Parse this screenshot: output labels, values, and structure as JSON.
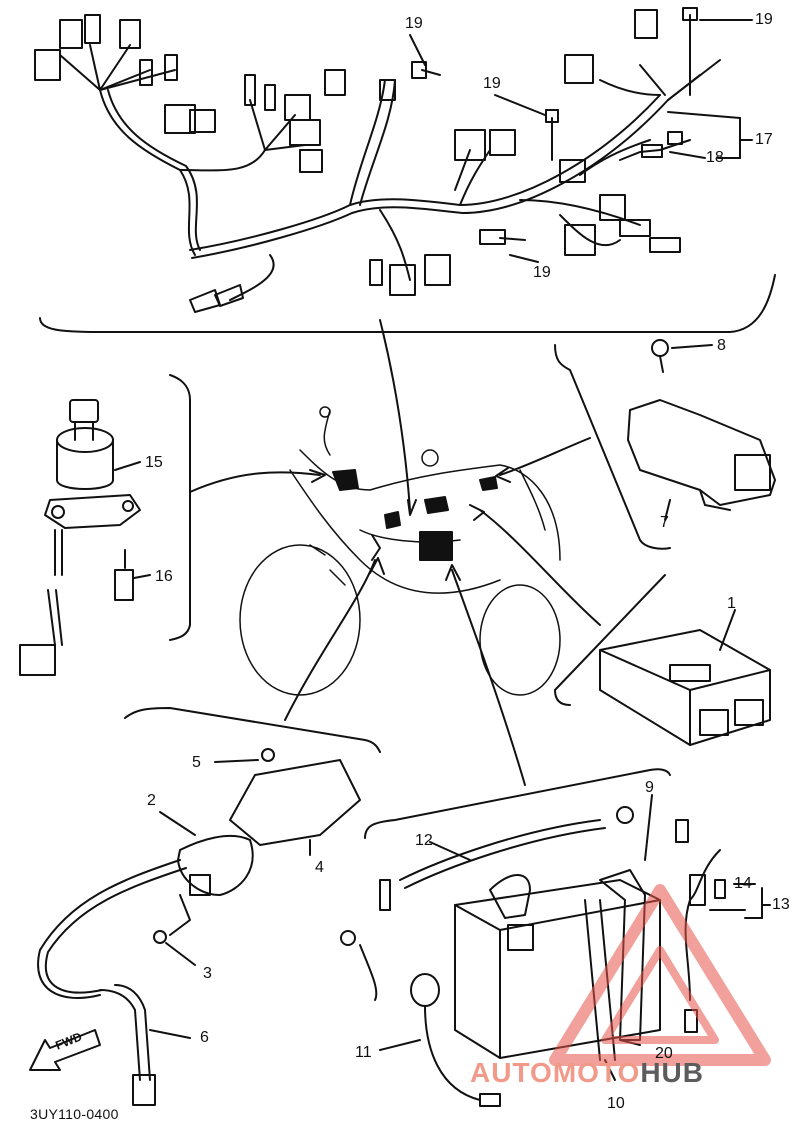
{
  "drawing_code": "3UY110-0400",
  "fwd_label": "FWD",
  "watermark": {
    "part1": "AUTOMOTO",
    "part2": "HUB",
    "accent_color": "#e8544a"
  },
  "callouts": {
    "c1": "1",
    "c2": "2",
    "c3": "3",
    "c5": "5",
    "c6": "6",
    "c4": "4",
    "c7": "7",
    "c8": "8",
    "c9": "9",
    "c10": "10",
    "c11": "11",
    "c12": "12",
    "c13": "13",
    "c14": "14",
    "c15": "15",
    "c16": "16",
    "c17": "17",
    "c18": "18",
    "c19a": "19",
    "c19b": "19",
    "c19c": "19",
    "c19d": "19",
    "c20": "20"
  }
}
